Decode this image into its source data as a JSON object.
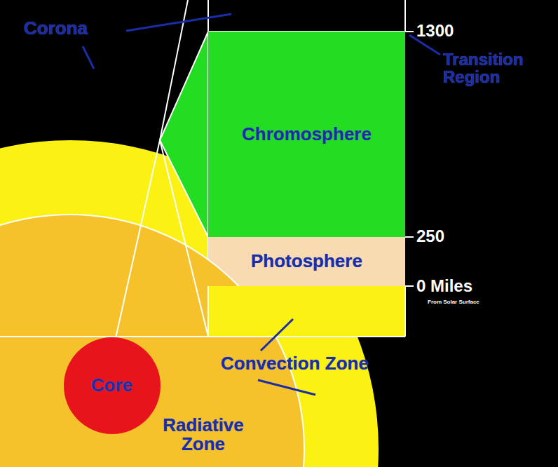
{
  "diagram": {
    "nodes": [
      {
        "text": [
          "Chromosphere"
        ]
      },
      {
        "text": [
          "Photosphere"
        ]
      },
      {
        "text": [
          "Radiative Zone"
        ]
      },
      {
        "text": [
          "Core"
        ],
        "in": 2
      }
    ],
    "labels": [
      "Corona",
      "Transition Region",
      "1300",
      "250",
      "0 Miles",
      "From Solar Surface",
      "Convection Zone"
    ]
  }
}
